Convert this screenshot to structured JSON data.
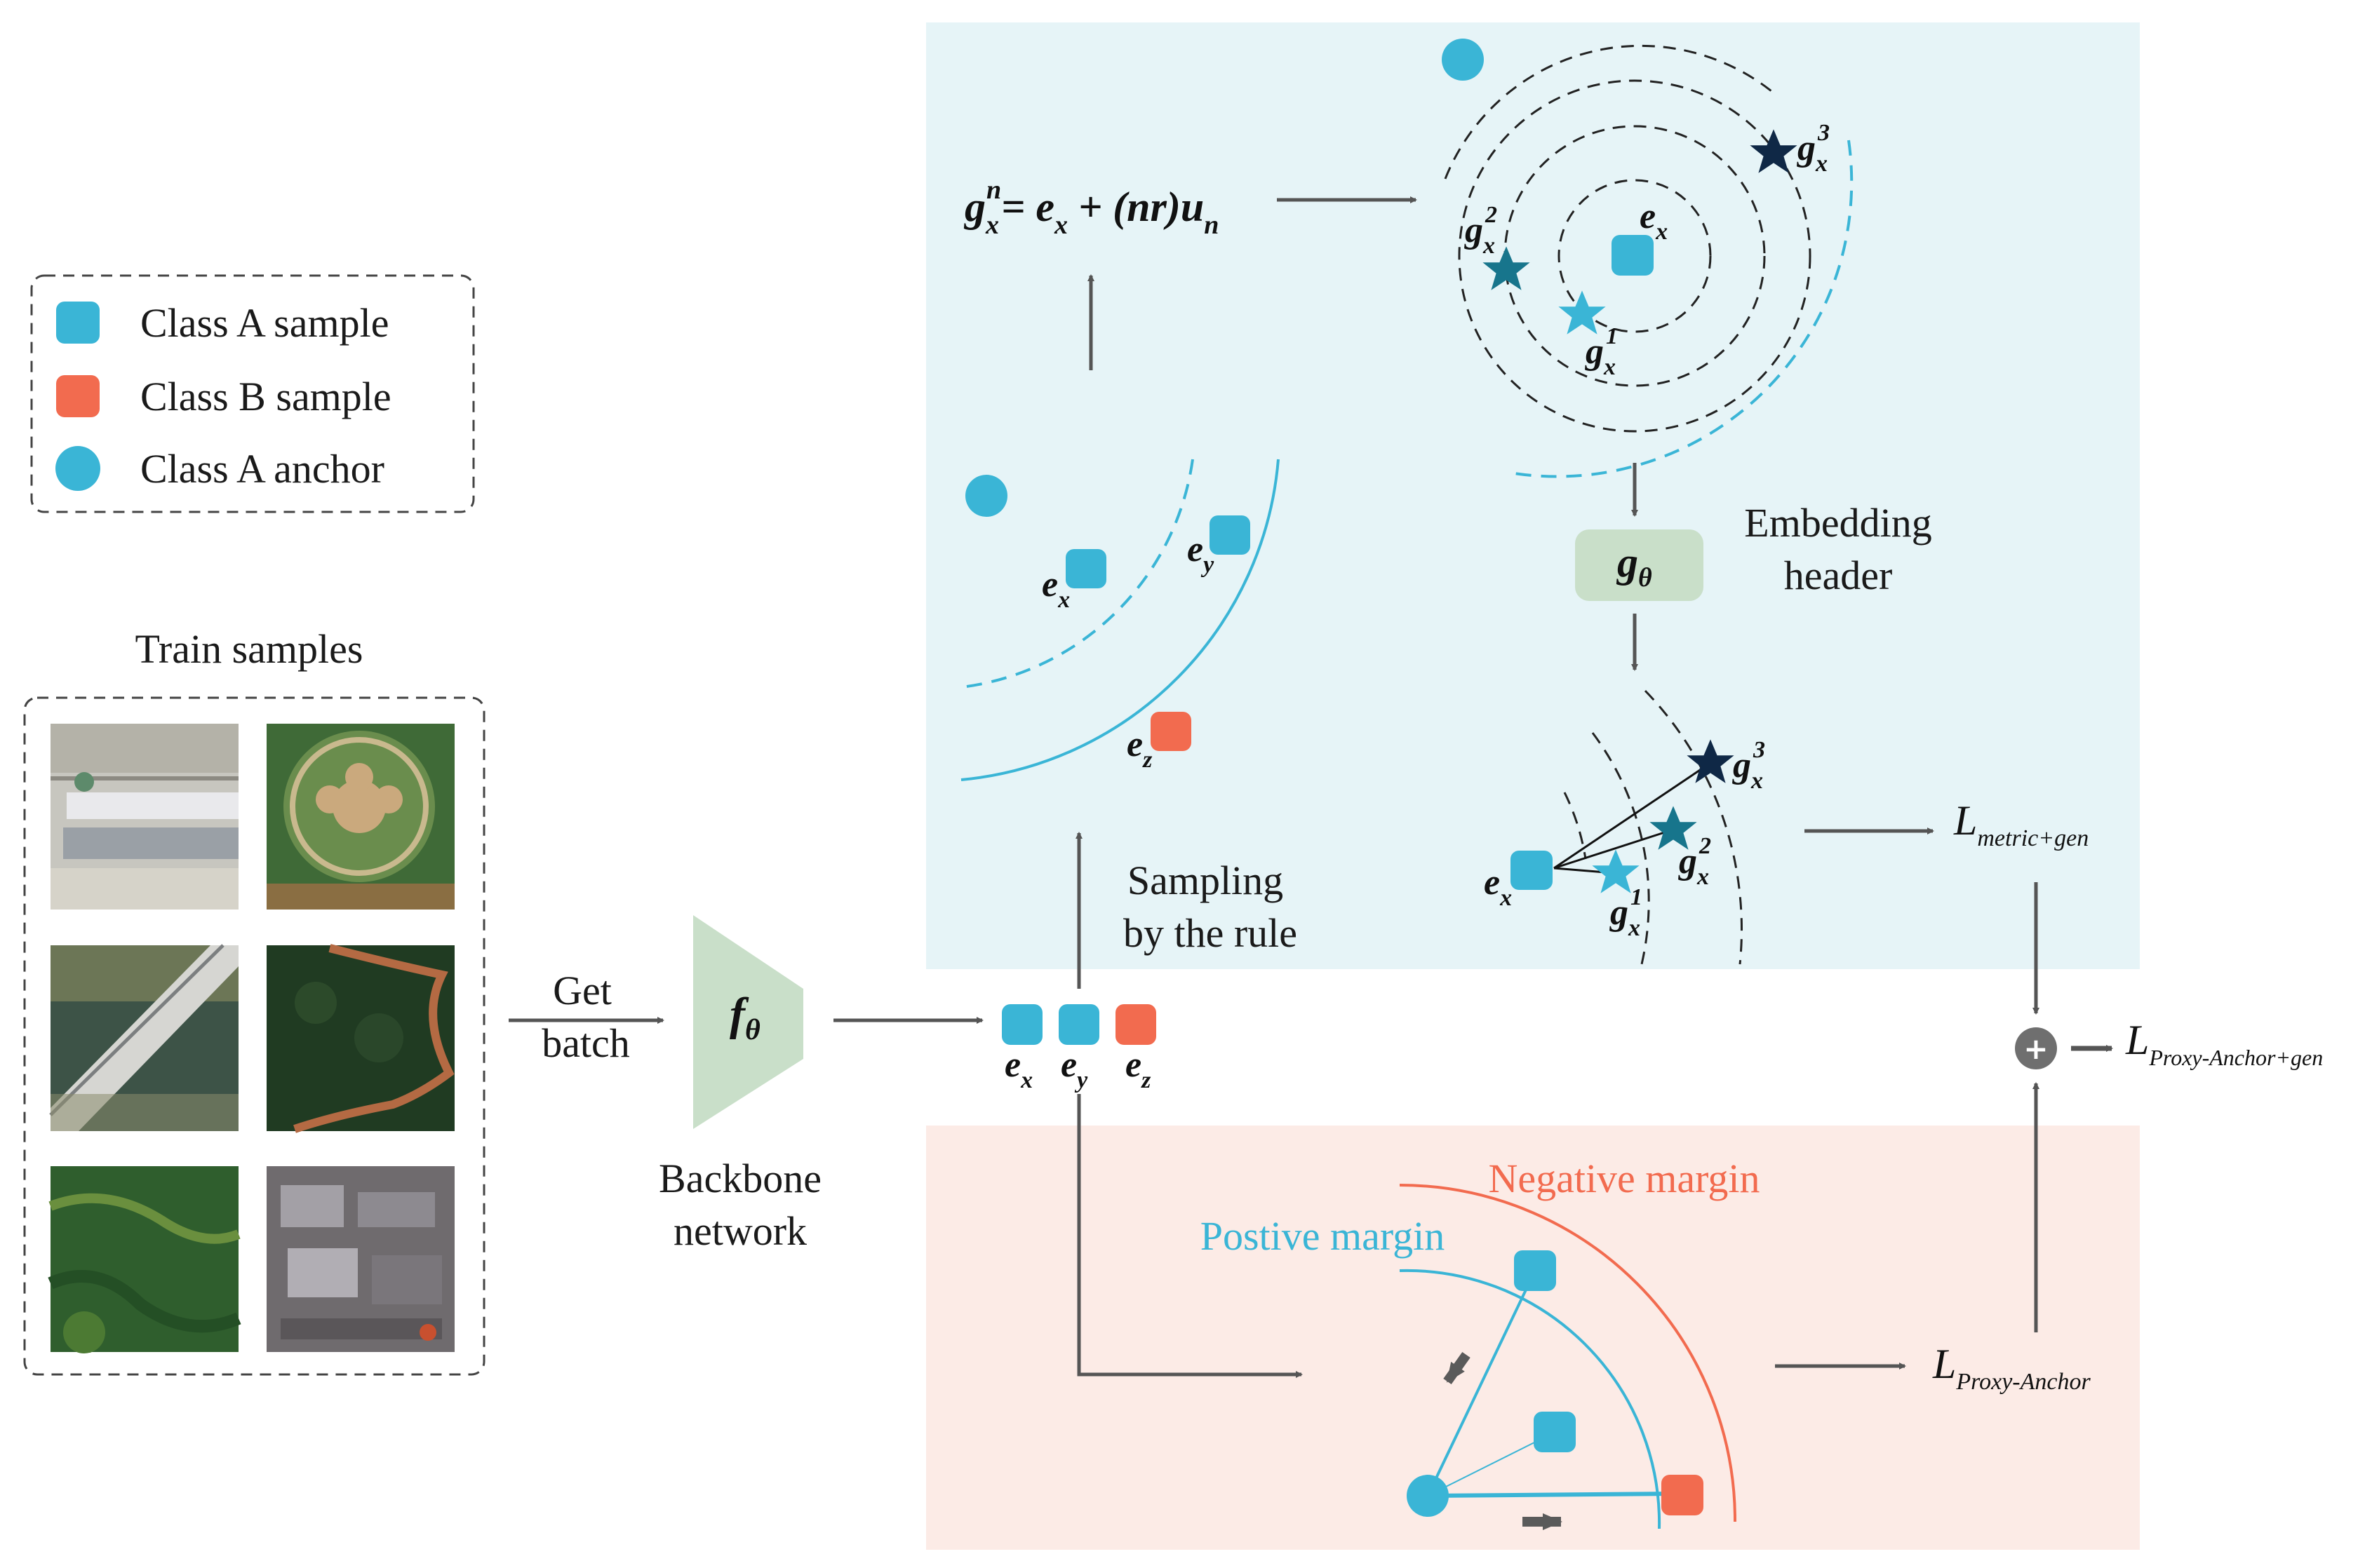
{
  "legend": {
    "items": [
      {
        "label": "Class A sample"
      },
      {
        "label": "Class B sample"
      },
      {
        "label": "Class A anchor"
      }
    ]
  },
  "train": {
    "title": "Train samples"
  },
  "pipeline": {
    "get_batch_line1": "Get",
    "get_batch_line2": "batch",
    "backbone_symbol": "f",
    "backbone_sub": "θ",
    "backbone_line1": "Backbone",
    "backbone_line2": "network",
    "embedding_labels": [
      {
        "main": "e",
        "sub": "x"
      },
      {
        "main": "e",
        "sub": "y"
      },
      {
        "main": "e",
        "sub": "z"
      }
    ]
  },
  "upper": {
    "sampling_line1": "Sampling",
    "sampling_line2": "by the rule",
    "formula": {
      "g": "g",
      "g_sub": "x",
      "g_sup": "n",
      "eq": "= ",
      "e": "e",
      "e_sub": "x",
      "plus": " + (nr)",
      "u": "u",
      "u_sub": "n"
    },
    "embedding_header_line1": "Embedding",
    "embedding_header_line2": "header",
    "g_theta": "g",
    "g_theta_sub": "θ",
    "loss_main": "L",
    "loss_sub": "metric+gen",
    "g_labels": [
      {
        "main": "g",
        "sub": "x",
        "sup": "1"
      },
      {
        "main": "g",
        "sub": "x",
        "sup": "2"
      },
      {
        "main": "g",
        "sub": "x",
        "sup": "3"
      }
    ],
    "e_label": {
      "main": "e",
      "sub": "x"
    },
    "e_y_label": {
      "main": "e",
      "sub": "y"
    },
    "e_z_label": {
      "main": "e",
      "sub": "z"
    }
  },
  "lower": {
    "negative_margin": "Negative margin",
    "positive_margin": "Postive margin",
    "loss_main": "L",
    "loss_sub": "Proxy-Anchor"
  },
  "final": {
    "plus_symbol": "+",
    "loss_main": "L",
    "loss_sub": "Proxy-Anchor+gen"
  },
  "colors": {
    "class_a": "#3ab5d6",
    "class_b": "#f26b4f",
    "upper_panel": "#e6f4f7",
    "lower_panel": "#fcebe6",
    "backbone": "#c9dfc9",
    "star_dark": "#0f2846",
    "star_mid": "#17758c",
    "star_light": "#3ab5d6",
    "arrow": "#555555"
  }
}
